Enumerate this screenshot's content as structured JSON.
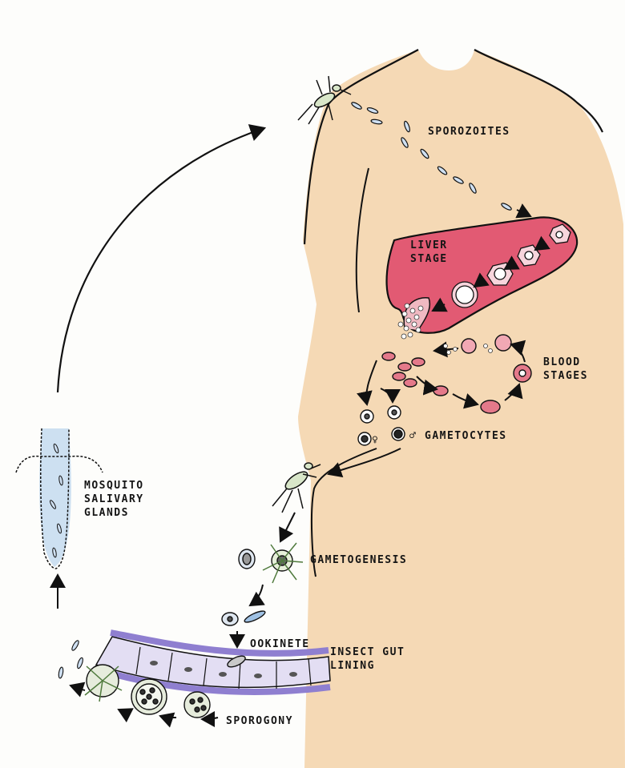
{
  "labels": {
    "sporozoites": "SPOROZOITES",
    "liver_stage": [
      "LIVER",
      "STAGE"
    ],
    "blood_stages": [
      "BLOOD",
      "STAGES"
    ],
    "gametocytes": "GAMETOCYTES",
    "salivary_glands": [
      "MOSQUITO",
      "SALIVARY",
      "GLANDS"
    ],
    "gametogenesis": "GAMETOGENESIS",
    "ookinete": "OOKINETE",
    "gut_lining": [
      "INSECT GUT",
      "LINING"
    ],
    "sporogony": "SPOROGONY"
  },
  "symbols": {
    "female": "♀",
    "male": "♂"
  },
  "colors": {
    "skin": "#f3d2a8",
    "liver": "#e25a73",
    "blood_cell": "#d9485c",
    "gut_wall": "#9c8ed4",
    "gland": "#bcd6ee",
    "ink": "#111111"
  }
}
